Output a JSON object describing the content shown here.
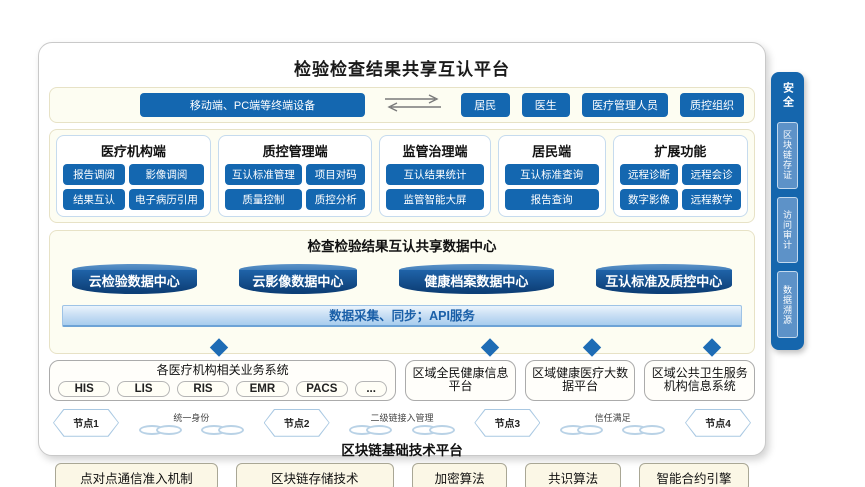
{
  "title": "检验检查结果共享互认平台",
  "terminal_row": {
    "device": "移动端、PC端等终端设备",
    "users": [
      "居民",
      "医生",
      "医疗管理人员",
      "质控组织"
    ]
  },
  "client_sections": [
    {
      "title": "医疗机构端",
      "items": [
        "报告调阅",
        "影像调阅",
        "结果互认",
        "电子病历引用"
      ]
    },
    {
      "title": "质控管理端",
      "items": [
        "互认标准管理",
        "项目对码",
        "质量控制",
        "质控分析"
      ]
    },
    {
      "title": "监管治理端",
      "items": [
        "互认结果统计",
        "监管智能大屏"
      ]
    },
    {
      "title": "居民端",
      "items": [
        "互认标准查询",
        "报告查询"
      ]
    },
    {
      "title": "扩展功能",
      "items": [
        "远程诊断",
        "远程会诊",
        "数字影像",
        "远程教学"
      ]
    }
  ],
  "data_center": {
    "title": "检查检验结果互认共享数据中心",
    "cylinders": [
      "云检验数据中心",
      "云影像数据中心",
      "健康档案数据中心",
      "互认标准及质控中心"
    ],
    "api_bar": "数据采集、同步；API服务"
  },
  "systems": [
    {
      "title": "各医疗机构相关业务系统",
      "items": [
        "HIS",
        "LIS",
        "RIS",
        "EMR",
        "PACS",
        "..."
      ]
    },
    {
      "title": "区域全民健康信息平台"
    },
    {
      "title": "区域健康医疗大数据平台"
    },
    {
      "title": "区域公共卫生服务机构信息系统"
    }
  ],
  "blockchain": {
    "nodes": [
      "节点1",
      "节点2",
      "节点3",
      "节点4"
    ],
    "link_labels": [
      "统一身份",
      "二级链接入管理",
      "信任满足"
    ],
    "platform_title": "区块链基础技术平台",
    "components": [
      "点对点通信准入机制",
      "区块链存储技术",
      "加密算法",
      "共识算法",
      "智能合约引擎"
    ]
  },
  "sidebar": {
    "title": "安全",
    "items": [
      "区块链存证",
      "访问审计",
      "数据溯源"
    ]
  },
  "colors": {
    "primary_blue": "#1467b0",
    "cylinder_dark": "#0d3f77",
    "cream_bg": "#fdfdf2",
    "diamond_blue": "#1e6cb5",
    "sidebar_blue": "#1566ad",
    "tech_box_cream": "#fbf7e6"
  }
}
